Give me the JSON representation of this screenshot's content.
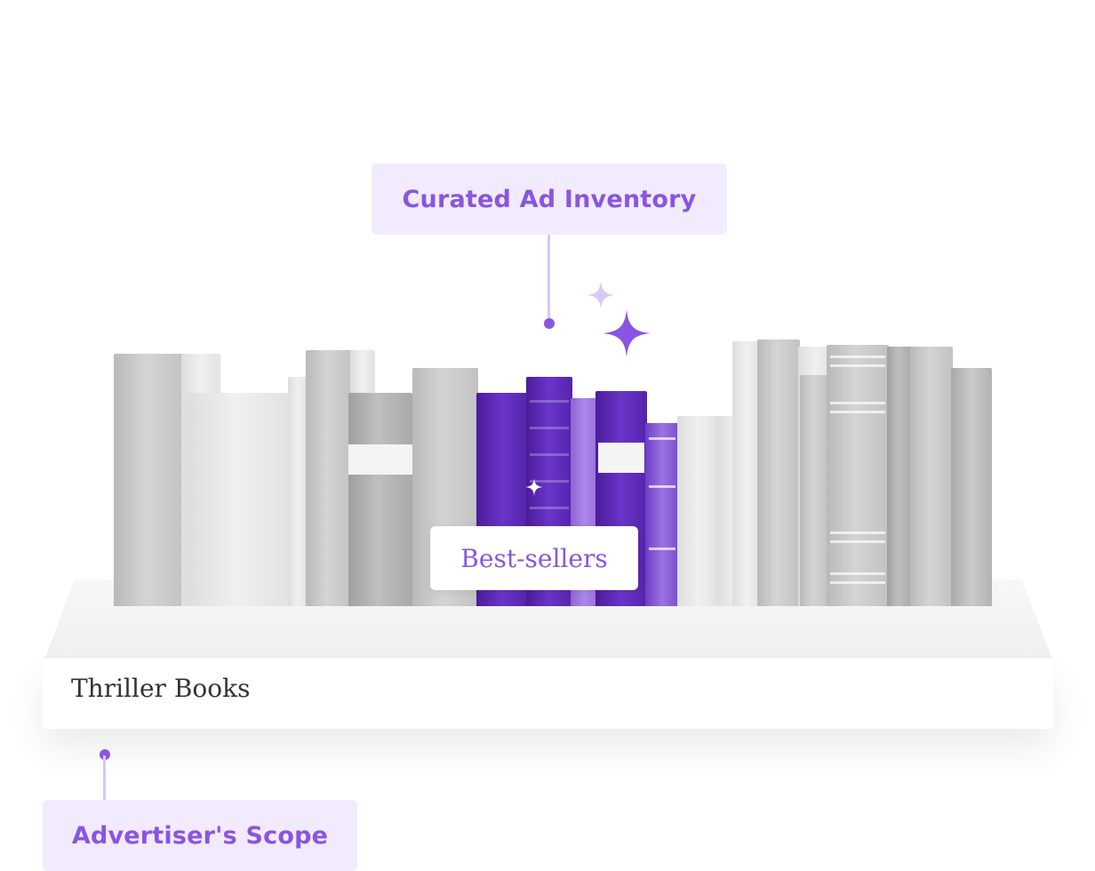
{
  "labels": {
    "curated_ad_inventory": "Curated Ad Inventory",
    "best_sellers": "Best-sellers",
    "shelf_category": "Thriller Books",
    "advertisers_scope": "Advertiser's Scope"
  },
  "colors": {
    "accent": "#8a55e0",
    "label_background": "#f1ebfd",
    "highlighted_books": "#5424aa",
    "shelf_text": "#333333"
  },
  "icons": [
    "sparkle-large-icon",
    "sparkle-small-icon",
    "sparkle-tiny-icon"
  ]
}
